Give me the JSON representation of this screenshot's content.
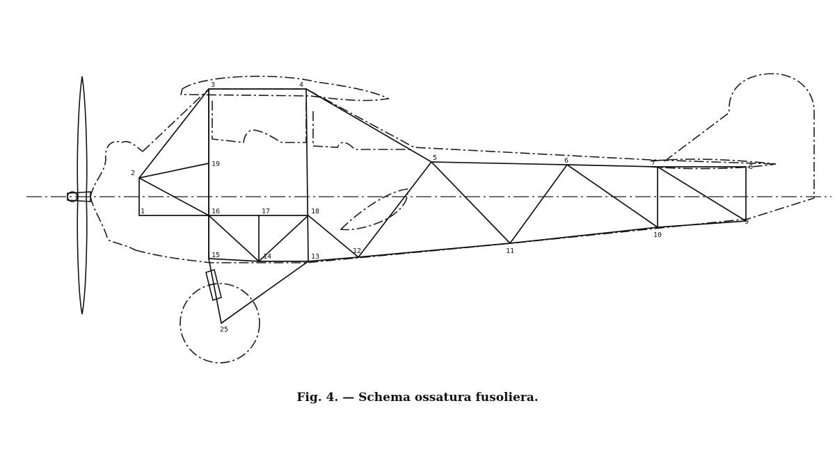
{
  "caption": "Fig. 4. — Schema ossatura fusoliera.",
  "nodes": [
    {
      "id": "1",
      "label": "1"
    },
    {
      "id": "2",
      "label": "2"
    },
    {
      "id": "3",
      "label": "3"
    },
    {
      "id": "4",
      "label": "4"
    },
    {
      "id": "5",
      "label": "5"
    },
    {
      "id": "6",
      "label": "6"
    },
    {
      "id": "7",
      "label": "7"
    },
    {
      "id": "8",
      "label": "8"
    },
    {
      "id": "9",
      "label": "9"
    },
    {
      "id": "10",
      "label": "10"
    },
    {
      "id": "11",
      "label": "11"
    },
    {
      "id": "12",
      "label": "12"
    },
    {
      "id": "13",
      "label": "13"
    },
    {
      "id": "14",
      "label": "14"
    },
    {
      "id": "15",
      "label": "15"
    },
    {
      "id": "16",
      "label": "16"
    },
    {
      "id": "17",
      "label": "17"
    },
    {
      "id": "18",
      "label": "18"
    },
    {
      "id": "19",
      "label": "19"
    },
    {
      "id": "25",
      "label": "25"
    }
  ],
  "members": [
    [
      "2",
      "3"
    ],
    [
      "3",
      "4"
    ],
    [
      "4",
      "5"
    ],
    [
      "5",
      "6"
    ],
    [
      "6",
      "7"
    ],
    [
      "7",
      "8"
    ],
    [
      "8",
      "9"
    ],
    [
      "1",
      "16"
    ],
    [
      "16",
      "17"
    ],
    [
      "17",
      "18"
    ],
    [
      "15",
      "14"
    ],
    [
      "14",
      "13"
    ],
    [
      "13",
      "12"
    ],
    [
      "12",
      "11"
    ],
    [
      "11",
      "10"
    ],
    [
      "10",
      "9"
    ],
    [
      "1",
      "2"
    ],
    [
      "2",
      "19"
    ],
    [
      "2",
      "16"
    ],
    [
      "3",
      "16"
    ],
    [
      "3",
      "15"
    ],
    [
      "4",
      "13"
    ],
    [
      "16",
      "15"
    ],
    [
      "16",
      "14"
    ],
    [
      "17",
      "14"
    ],
    [
      "18",
      "14"
    ],
    [
      "18",
      "12"
    ],
    [
      "5",
      "12"
    ],
    [
      "5",
      "11"
    ],
    [
      "6",
      "11"
    ],
    [
      "6",
      "10"
    ],
    [
      "7",
      "10"
    ],
    [
      "7",
      "9"
    ],
    [
      "15",
      "25"
    ],
    [
      "25",
      "13"
    ]
  ]
}
